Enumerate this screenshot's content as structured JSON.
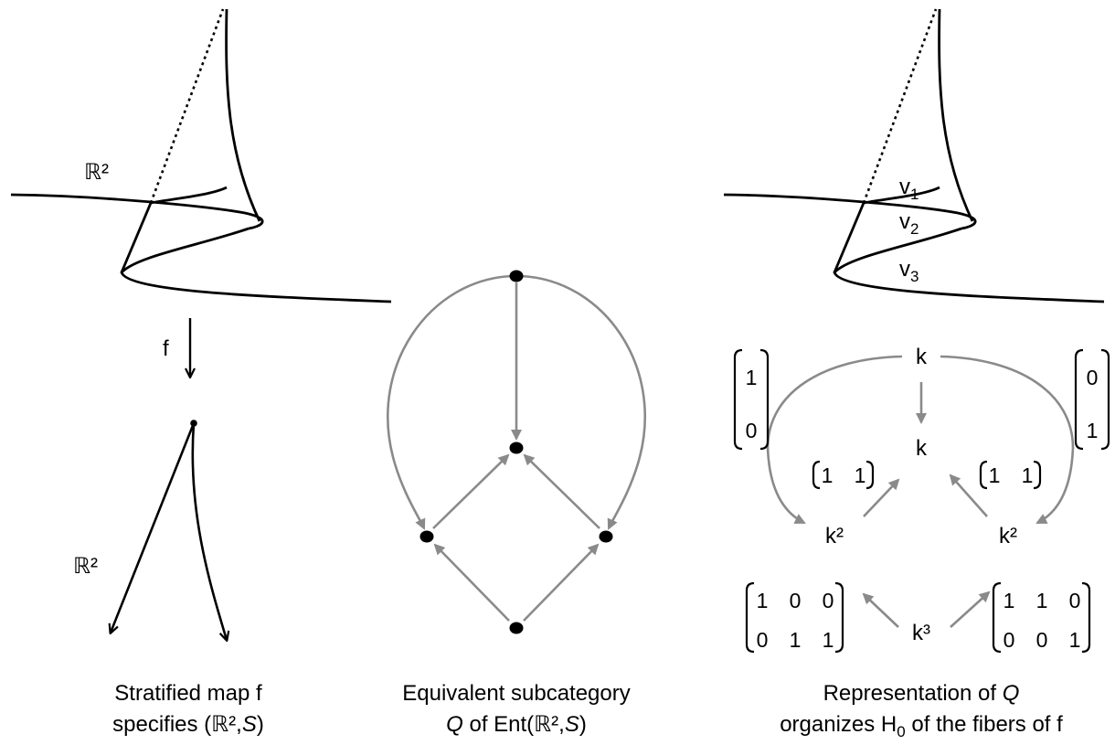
{
  "colors": {
    "curve": "#000000",
    "arrow_gray": "#8a8a8a",
    "node": "#000000",
    "background": "#ffffff"
  },
  "left_panel": {
    "top_label": "ℝ²",
    "map_label": "f",
    "bottom_label": "ℝ²",
    "caption_line1": "Stratified map f",
    "caption_line2": "specifies (ℝ²,S)"
  },
  "middle_panel": {
    "caption_line1": "Equivalent subcategory",
    "caption_line2_italic": "Q",
    "caption_line2_rest": " of Ent(ℝ²,S)"
  },
  "right_panel": {
    "region_labels": [
      {
        "base": "v",
        "sub": "1"
      },
      {
        "base": "v",
        "sub": "2"
      },
      {
        "base": "v",
        "sub": "3"
      }
    ],
    "nodes": {
      "top": "k",
      "center": "k",
      "left": "k²",
      "right": "k²",
      "bottom": "k³"
    },
    "matrices": {
      "top_left": [
        [
          "1"
        ],
        [
          "0"
        ]
      ],
      "top_right": [
        [
          "0"
        ],
        [
          "1"
        ]
      ],
      "inner_left": [
        [
          "1",
          "1"
        ]
      ],
      "inner_right": [
        [
          "1",
          "1"
        ]
      ],
      "bottom_left": [
        [
          "1",
          "0",
          "0"
        ],
        [
          "0",
          "1",
          "1"
        ]
      ],
      "bottom_right": [
        [
          "1",
          "1",
          "0"
        ],
        [
          "0",
          "0",
          "1"
        ]
      ]
    },
    "caption_line1_prefix": "Representation of ",
    "caption_line1_italic": "Q",
    "caption_line2_prefix": "organizes H",
    "caption_line2_sub": "0",
    "caption_line2_suffix": " of the fibers of f"
  }
}
